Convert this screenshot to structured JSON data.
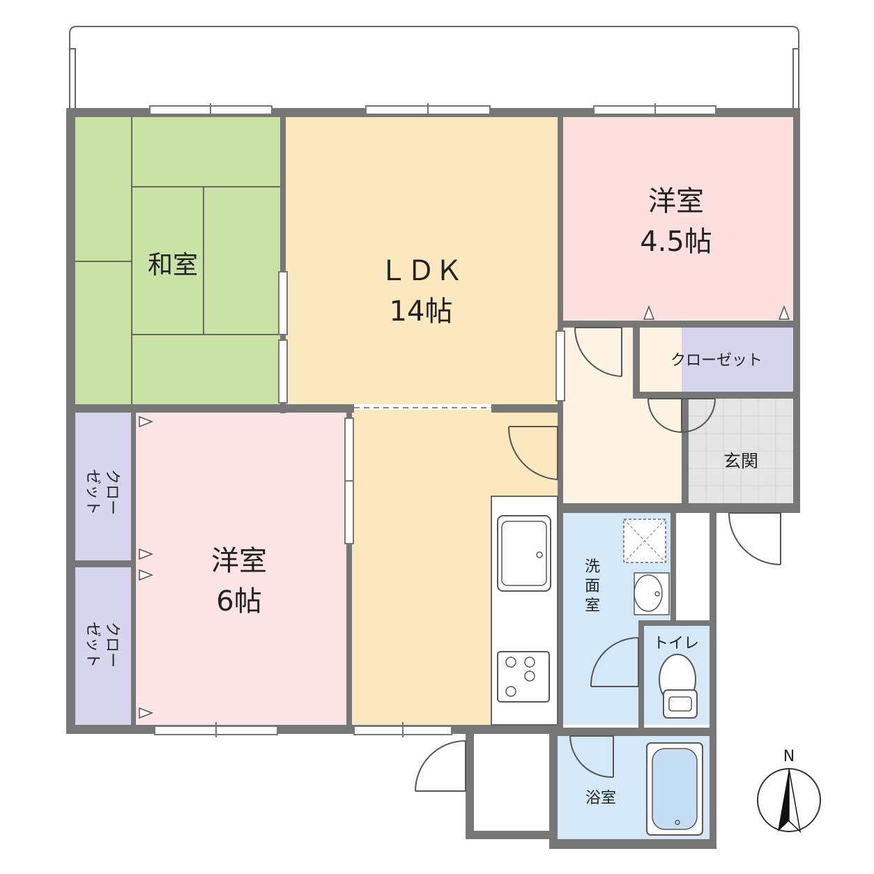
{
  "rooms": {
    "washitsu": {
      "label": "和室",
      "color": "#c9e3a7"
    },
    "ldk": {
      "label": "ＬＤＫ",
      "size": "14帖",
      "color": "#fbe8bf"
    },
    "yoshitsu_north": {
      "label": "洋室",
      "size": "4.5帖",
      "color": "#fce0e0"
    },
    "yoshitsu_south": {
      "label": "洋室",
      "size": "6帖",
      "color": "#fce4e4"
    },
    "closet_north": {
      "label": "クローゼット",
      "color": "#d7d4ee"
    },
    "closet_west_upper": {
      "label_line1": "クロー",
      "label_line2": "ゼット",
      "color": "#d7d4ee"
    },
    "closet_west_lower": {
      "label_line1": "クロー",
      "label_line2": "ゼット",
      "color": "#d7d4ee"
    },
    "genkan": {
      "label": "玄関",
      "color": "#e5e5e5"
    },
    "hall": {
      "color": "#fdf3e3"
    },
    "senmenshitsu": {
      "label": "洗面室",
      "color": "#d4e8f8"
    },
    "toilet": {
      "label": "トイレ",
      "color": "#d4e8f8"
    },
    "yokushitsu": {
      "label": "浴室",
      "color": "#d4e8f8"
    }
  },
  "compass": {
    "label": "N"
  }
}
